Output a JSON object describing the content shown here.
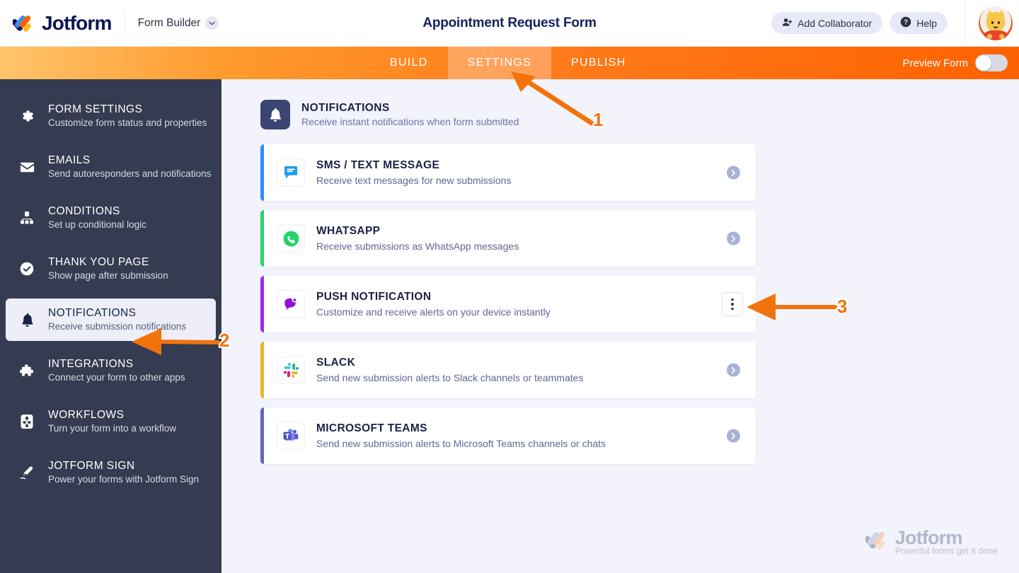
{
  "header": {
    "brand": "Jotform",
    "brand_icon": "jotform-logo-icon",
    "product_menu": "Form Builder",
    "chevron_icon": "chevron-down-icon",
    "form_title": "Appointment Request Form",
    "add_collaborator": "Add Collaborator",
    "add_collaborator_icon": "add-user-icon",
    "help": "Help",
    "help_icon": "question-mark-icon",
    "avatar_icon": "user-avatar-icon"
  },
  "navbar": {
    "tabs": [
      {
        "label": "BUILD",
        "active": false
      },
      {
        "label": "SETTINGS",
        "active": true
      },
      {
        "label": "PUBLISH",
        "active": false
      }
    ],
    "preview_label": "Preview Form",
    "toggle_state": "off"
  },
  "sidebar": {
    "items": [
      {
        "title": "FORM SETTINGS",
        "subtitle": "Customize form status and properties",
        "icon": "gear-icon",
        "active": false
      },
      {
        "title": "EMAILS",
        "subtitle": "Send autoresponders and notifications",
        "icon": "envelope-icon",
        "active": false
      },
      {
        "title": "CONDITIONS",
        "subtitle": "Set up conditional logic",
        "icon": "hierarchy-icon",
        "active": false
      },
      {
        "title": "THANK YOU PAGE",
        "subtitle": "Show page after submission",
        "icon": "check-circle-icon",
        "active": false
      },
      {
        "title": "NOTIFICATIONS",
        "subtitle": "Receive submission notifications",
        "icon": "bell-icon",
        "active": true
      },
      {
        "title": "INTEGRATIONS",
        "subtitle": "Connect your form to other apps",
        "icon": "puzzle-icon",
        "active": false
      },
      {
        "title": "WORKFLOWS",
        "subtitle": "Turn your form into a workflow",
        "icon": "workflow-icon",
        "active": false
      },
      {
        "title": "JOTFORM SIGN",
        "subtitle": "Power your forms with Jotform Sign",
        "icon": "pen-nib-icon",
        "active": false
      }
    ]
  },
  "main": {
    "section_title": "NOTIFICATIONS",
    "section_subtitle": "Receive instant notifications when form submitted",
    "section_icon": "bell-icon",
    "cards": [
      {
        "title": "SMS / TEXT MESSAGE",
        "subtitle": "Receive text messages for new submissions",
        "icon": "sms-chat-icon",
        "accent": "#2f8dfa",
        "action": "chevron"
      },
      {
        "title": "WHATSAPP",
        "subtitle": "Receive submissions as WhatsApp messages",
        "icon": "whatsapp-icon",
        "accent": "#2bd46a",
        "action": "chevron"
      },
      {
        "title": "PUSH NOTIFICATION",
        "subtitle": "Customize and receive alerts on your device instantly",
        "icon": "push-bubble-icon",
        "accent": "#a02bdc",
        "action": "kebab"
      },
      {
        "title": "SLACK",
        "subtitle": "Send new submission alerts to Slack channels or teammates",
        "icon": "slack-icon",
        "accent": "#f0b429",
        "action": "chevron"
      },
      {
        "title": "MICROSOFT TEAMS",
        "subtitle": "Send new submission alerts to Microsoft Teams channels or chats",
        "icon": "microsoft-teams-icon",
        "accent": "#6264c7",
        "action": "chevron"
      }
    ]
  },
  "watermark": {
    "brand": "Jotform",
    "tagline": "Powerful forms get it done",
    "icon": "jotform-logo-icon"
  },
  "annotations": [
    {
      "number": "1",
      "target": "settings-tab"
    },
    {
      "number": "2",
      "target": "sidebar-item-notifications"
    },
    {
      "number": "3",
      "target": "push-notification-kebab"
    }
  ],
  "colors": {
    "accent_orange": "#ff6200",
    "sidebar_bg": "#353b50",
    "main_bg": "#f2f3fb",
    "brand_navy": "#0a1551",
    "annotation": "#f2730c"
  }
}
